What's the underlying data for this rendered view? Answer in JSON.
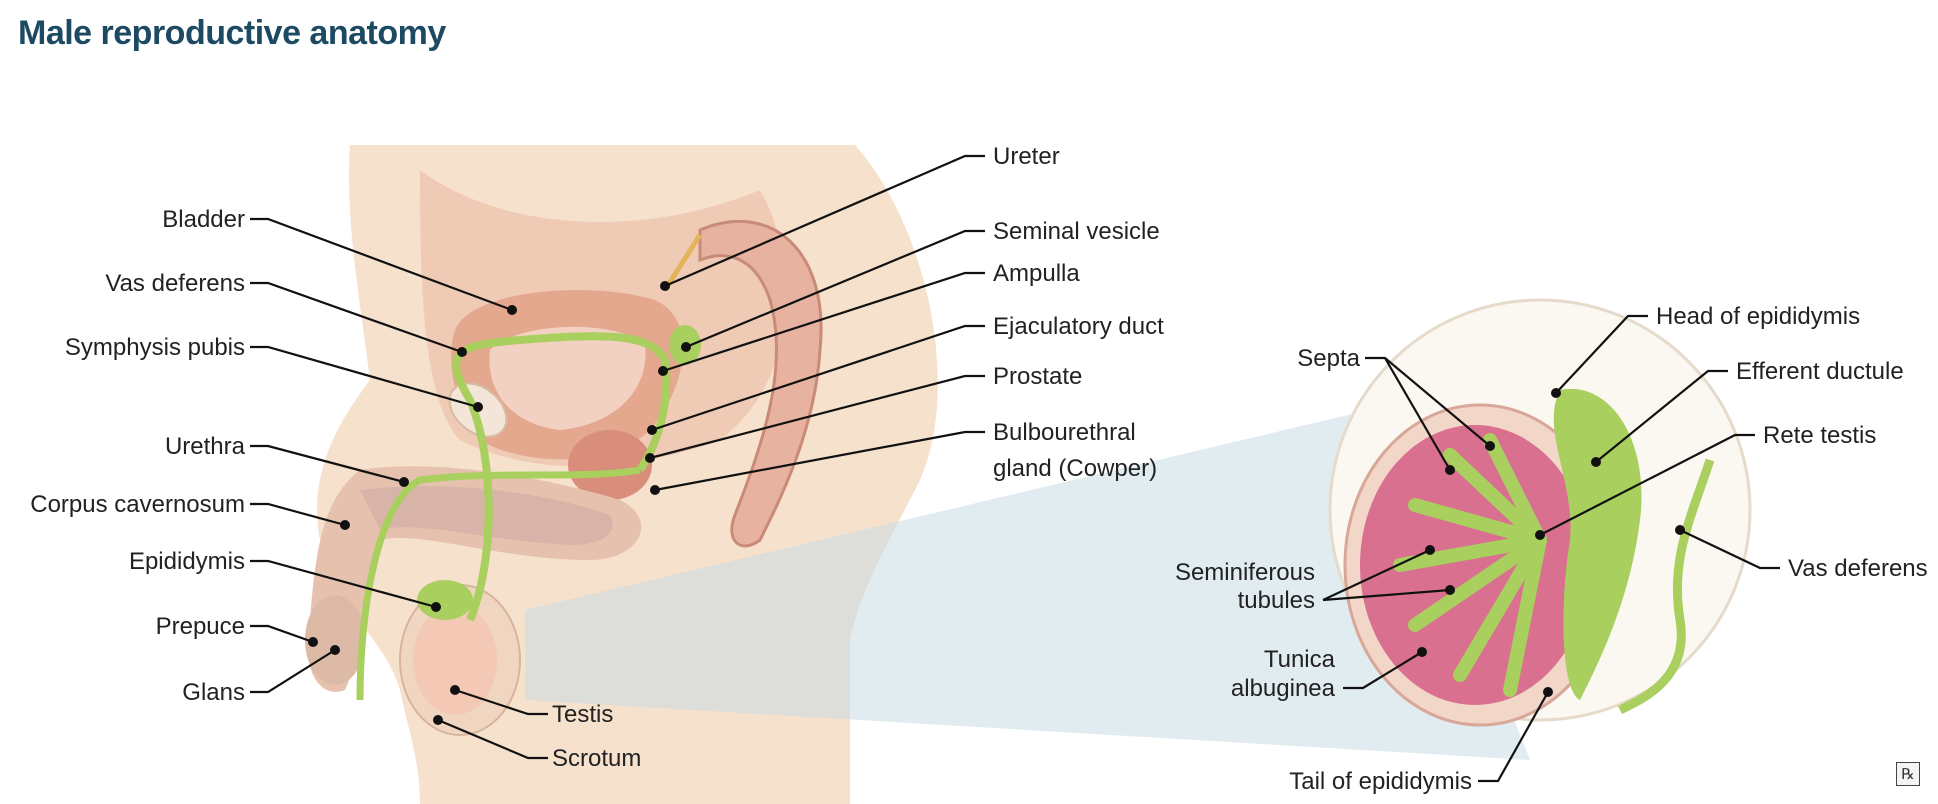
{
  "title": "Male reproductive anatomy",
  "labels": {
    "ureter": "Ureter",
    "bladder": "Bladder",
    "seminal_vesicle": "Seminal vesicle",
    "ampulla": "Ampulla",
    "vas_deferens": "Vas deferens",
    "ejaculatory_duct": "Ejaculatory duct",
    "symphysis_pubis": "Symphysis pubis",
    "prostate": "Prostate",
    "bulbourethral_line1": "Bulbourethral",
    "bulbourethral_line2": "gland (Cowper)",
    "urethra": "Urethra",
    "corpus_cavernosum": "Corpus cavernosum",
    "epididymis": "Epididymis",
    "prepuce": "Prepuce",
    "glans": "Glans",
    "testis": "Testis",
    "scrotum": "Scrotum",
    "head_of_epididymis": "Head of epididymis",
    "septa": "Septa",
    "efferent_ductule": "Efferent ductule",
    "rete_testis": "Rete testis",
    "seminiferous_line1": "Seminiferous",
    "seminiferous_line2": "tubules",
    "vas_deferens_detail": "Vas deferens",
    "tunica_line1": "Tunica",
    "tunica_line2": "albuginea",
    "tail_of_epididymis": "Tail of epididymis"
  },
  "logo_glyph": "℞",
  "colors": {
    "title": "#1d4a63",
    "skin": "#f5dcc4",
    "organ": "#e8b8a4",
    "duct": "#a9cf5f",
    "tubule": "#d9708f",
    "wedge": "#c9dde3"
  }
}
